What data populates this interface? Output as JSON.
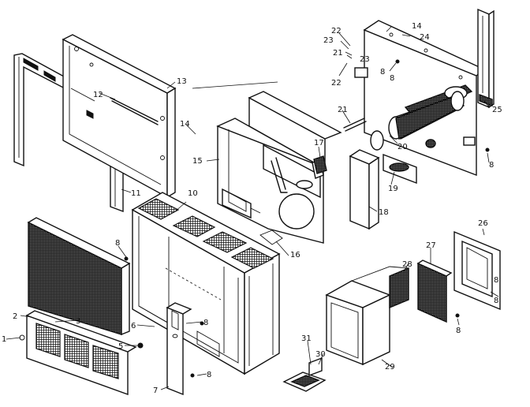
{
  "diagram": {
    "callouts": [
      {
        "id": "c1",
        "text": "1"
      },
      {
        "id": "c2",
        "text": "2"
      },
      {
        "id": "c3",
        "text": "3"
      },
      {
        "id": "c5",
        "text": "5"
      },
      {
        "id": "c6",
        "text": "6"
      },
      {
        "id": "c7",
        "text": "7"
      },
      {
        "id": "c8a",
        "text": "8"
      },
      {
        "id": "c8b",
        "text": "8"
      },
      {
        "id": "c8c",
        "text": "8"
      },
      {
        "id": "c8d",
        "text": "8"
      },
      {
        "id": "c8e",
        "text": "8"
      },
      {
        "id": "c8f",
        "text": "8"
      },
      {
        "id": "c8g",
        "text": "8"
      },
      {
        "id": "c8h",
        "text": "8"
      },
      {
        "id": "c8i",
        "text": "8"
      },
      {
        "id": "c10",
        "text": "10"
      },
      {
        "id": "c11",
        "text": "11"
      },
      {
        "id": "c12",
        "text": "12"
      },
      {
        "id": "c13",
        "text": "13"
      },
      {
        "id": "c14a",
        "text": "14"
      },
      {
        "id": "c14b",
        "text": "14"
      },
      {
        "id": "c15",
        "text": "15"
      },
      {
        "id": "c16",
        "text": "16"
      },
      {
        "id": "c17",
        "text": "17"
      },
      {
        "id": "c18",
        "text": "18"
      },
      {
        "id": "c19",
        "text": "19"
      },
      {
        "id": "c20",
        "text": "20"
      },
      {
        "id": "c21a",
        "text": "21"
      },
      {
        "id": "c21b",
        "text": "21"
      },
      {
        "id": "c22a",
        "text": "22"
      },
      {
        "id": "c22b",
        "text": "22"
      },
      {
        "id": "c23a",
        "text": "23"
      },
      {
        "id": "c23b",
        "text": "23"
      },
      {
        "id": "c24",
        "text": "24"
      },
      {
        "id": "c25",
        "text": "25"
      },
      {
        "id": "c26",
        "text": "26"
      },
      {
        "id": "c27",
        "text": "27"
      },
      {
        "id": "c28",
        "text": "28"
      },
      {
        "id": "c29",
        "text": "29"
      },
      {
        "id": "c30",
        "text": "30"
      },
      {
        "id": "c31",
        "text": "31"
      }
    ]
  }
}
